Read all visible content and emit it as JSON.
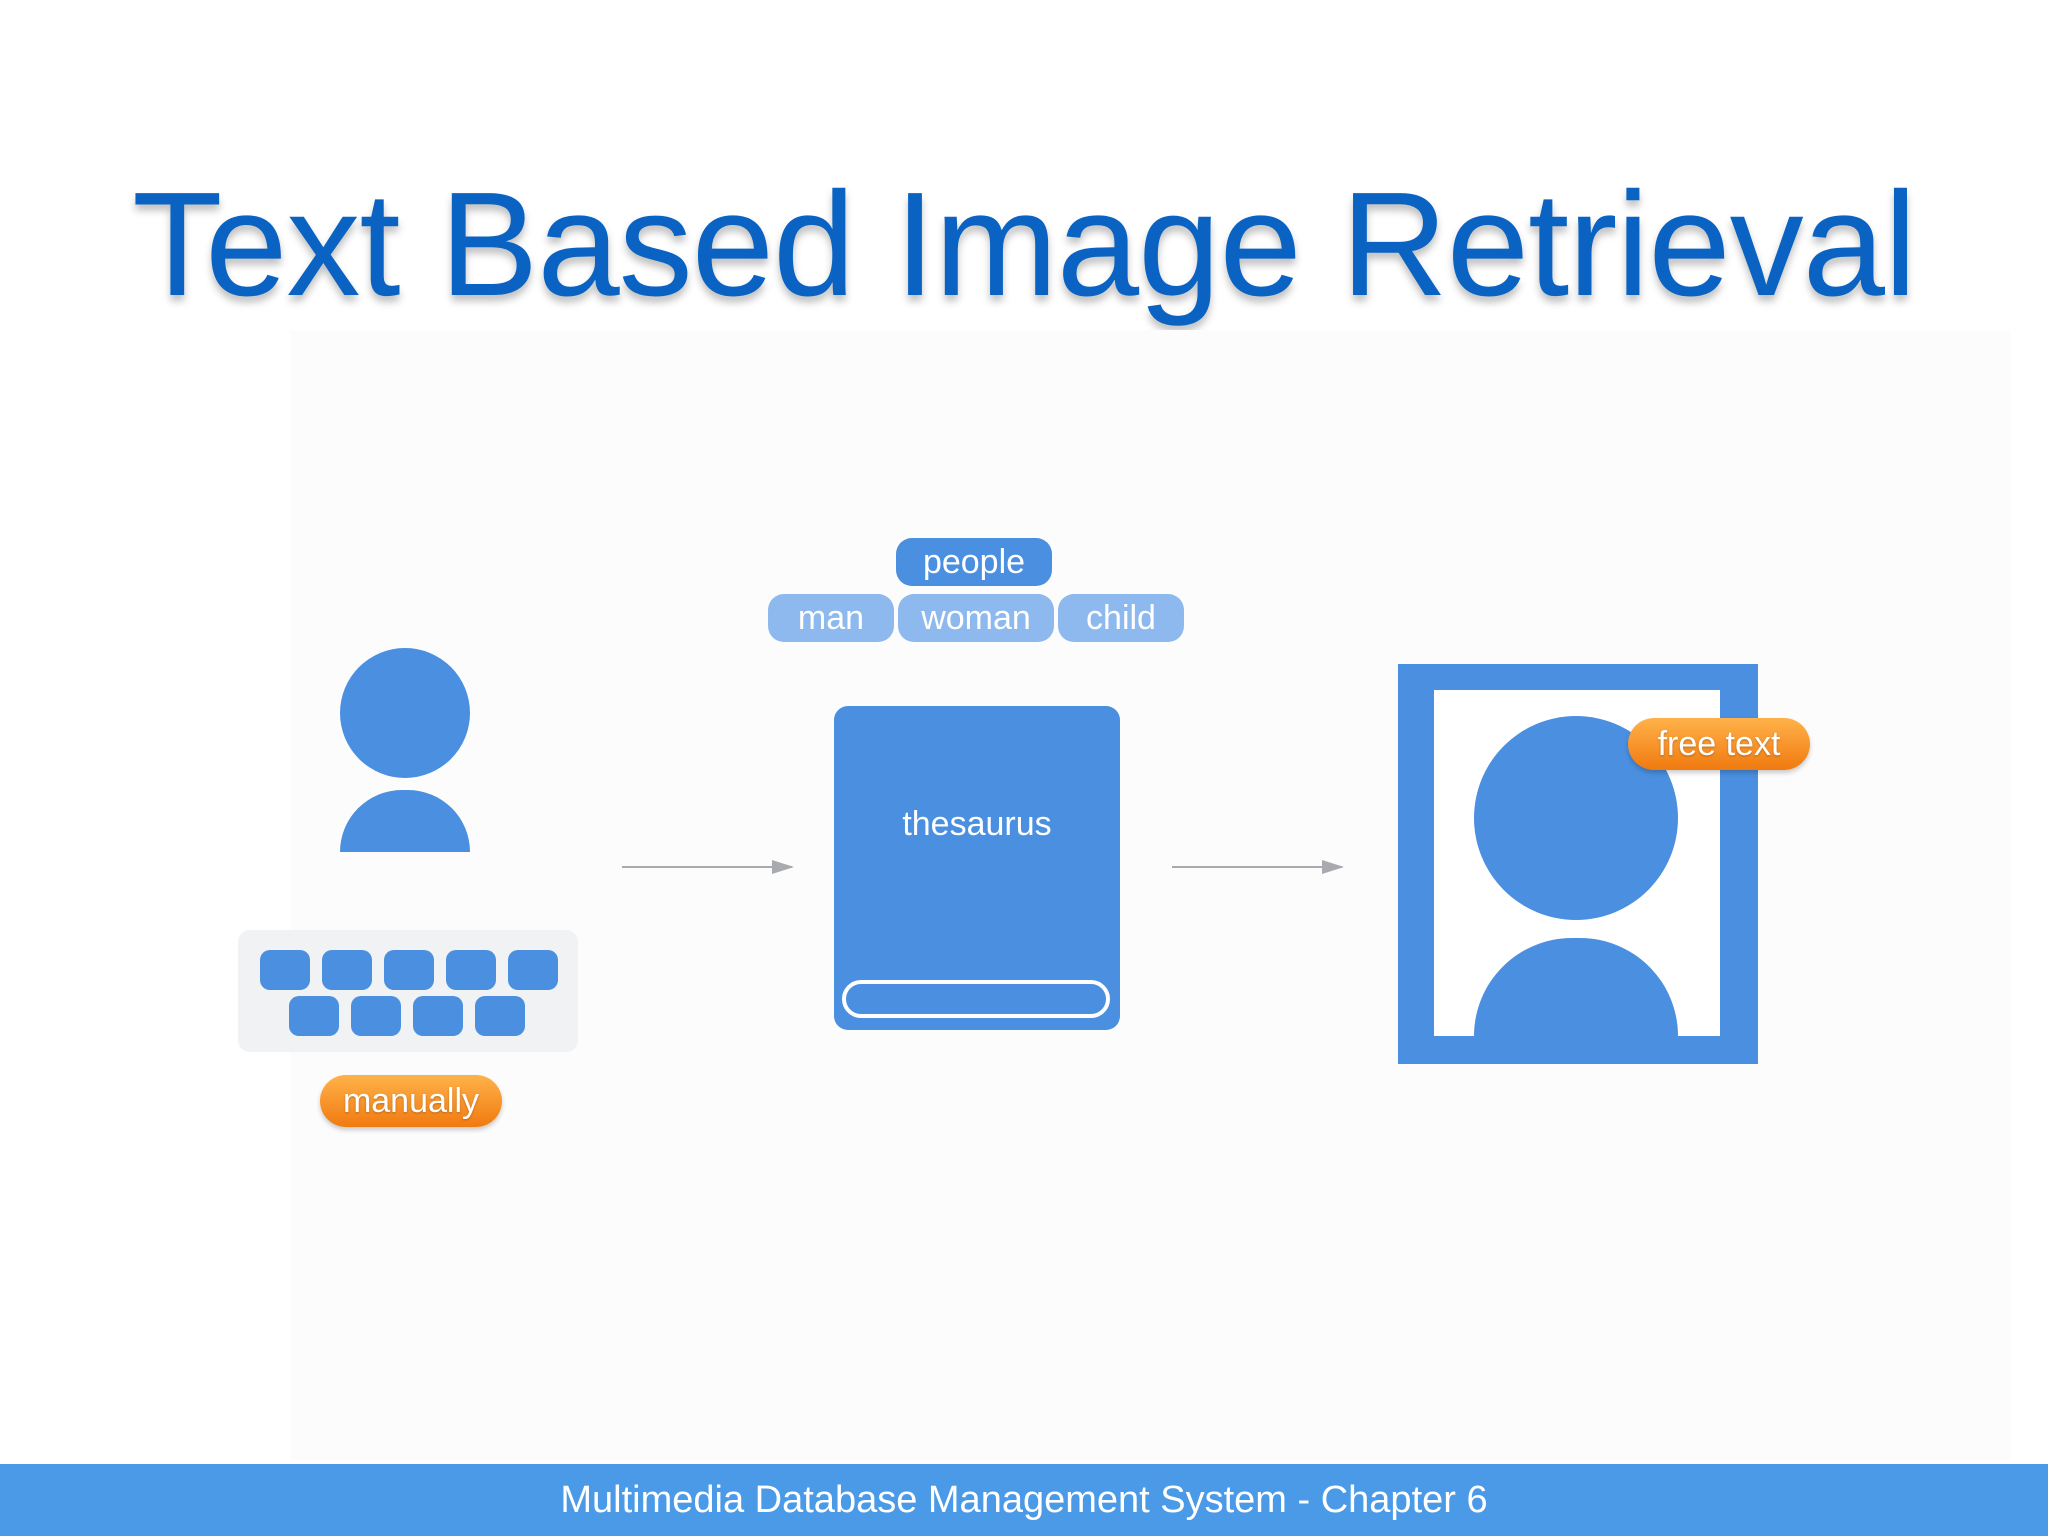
{
  "slide": {
    "title": "Text Based Image Retrieval",
    "footer": "Multimedia Database Management System - Chapter 6"
  },
  "diagram": {
    "input_tag": "manually",
    "thesaurus": {
      "label": "thesaurus",
      "parent_term": "people",
      "child_terms": [
        "man",
        "woman",
        "child"
      ]
    },
    "image_tag": "free text"
  },
  "colors": {
    "title": "#0a63c2",
    "icon_blue": "#4a8fe0",
    "light_blue": "#8db9ee",
    "tag_orange": "#f07a10",
    "footer_bar": "#4a9ae8"
  },
  "icons": [
    "user-icon",
    "keyboard-icon",
    "arrow-right-icon",
    "book-icon",
    "portrait-icon"
  ]
}
